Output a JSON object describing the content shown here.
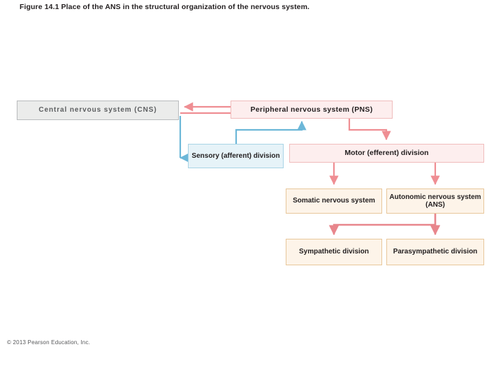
{
  "figure": {
    "title": "Figure 14.1 Place of the ANS in the structural organization of the nervous system.",
    "copyright": "© 2013 Pearson Education, Inc."
  },
  "diagram": {
    "type": "flowchart",
    "boxes": [
      {
        "id": "cns",
        "label": "Central nervous system (CNS)",
        "fill": "#ebeceb",
        "border": "#b9bbbd"
      },
      {
        "id": "pns",
        "label": "Peripheral nervous system (PNS)",
        "fill": "#fdeeee",
        "border": "#f0bcbc"
      },
      {
        "id": "sensory",
        "label": "Sensory (afferent) division",
        "fill": "#e6f3f8",
        "border": "#a9d4e6"
      },
      {
        "id": "motor",
        "label": "Motor (efferent) division",
        "fill": "#fdeeee",
        "border": "#f0bcbc"
      },
      {
        "id": "somatic",
        "label": "Somatic nervous system",
        "fill": "#fdf4e9",
        "border": "#e8c79b"
      },
      {
        "id": "autonomic",
        "label": "Autonomic nervous system (ANS)",
        "fill": "#fdf4e9",
        "border": "#e8c79b"
      },
      {
        "id": "sympathetic",
        "label": "Sympathetic division",
        "fill": "#fdf4e9",
        "border": "#e8c79b"
      },
      {
        "id": "parasympathetic",
        "label": "Parasympathetic division",
        "fill": "#fdf4e9",
        "border": "#e8c79b"
      }
    ],
    "connector_colors": {
      "afferent_blue": "#6cb7d8",
      "efferent_pink": "#ef8e93",
      "branch_pink": "#e8868c"
    }
  }
}
